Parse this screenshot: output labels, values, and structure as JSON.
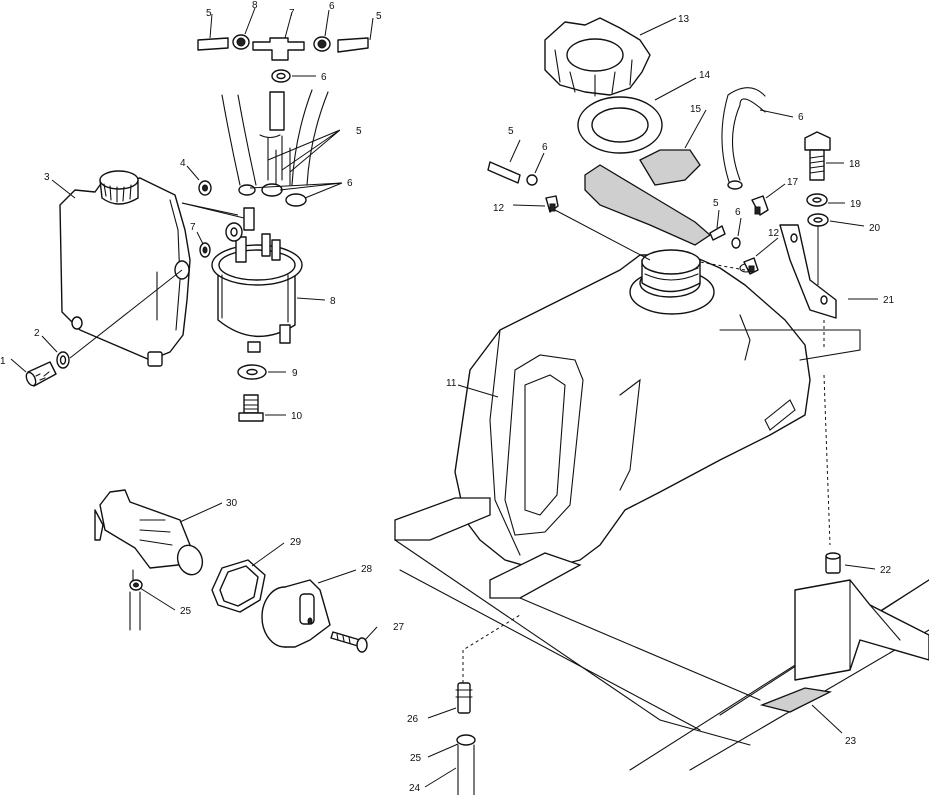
{
  "diagram": {
    "callouts": [
      {
        "id": "c1",
        "text": "1"
      },
      {
        "id": "c2",
        "text": "2"
      },
      {
        "id": "c3",
        "text": "3"
      },
      {
        "id": "c4",
        "text": "4"
      },
      {
        "id": "c7a",
        "text": "7"
      },
      {
        "id": "c8a",
        "text": "8"
      },
      {
        "id": "c5a",
        "text": "5"
      },
      {
        "id": "c7b",
        "text": "7"
      },
      {
        "id": "c6a",
        "text": "6"
      },
      {
        "id": "c5b",
        "text": "5"
      },
      {
        "id": "c6b",
        "text": "6"
      },
      {
        "id": "c5c",
        "text": "5"
      },
      {
        "id": "c6c",
        "text": "6"
      },
      {
        "id": "c8b",
        "text": "8"
      },
      {
        "id": "c9",
        "text": "9"
      },
      {
        "id": "c10",
        "text": "10"
      },
      {
        "id": "c11",
        "text": "11"
      },
      {
        "id": "c12a",
        "text": "12"
      },
      {
        "id": "c12b",
        "text": "12"
      },
      {
        "id": "c13",
        "text": "13"
      },
      {
        "id": "c14",
        "text": "14"
      },
      {
        "id": "c15",
        "text": "15"
      },
      {
        "id": "c5d",
        "text": "5"
      },
      {
        "id": "c6d",
        "text": "6"
      },
      {
        "id": "c6e",
        "text": "6"
      },
      {
        "id": "c5e",
        "text": "5"
      },
      {
        "id": "c6f",
        "text": "6"
      },
      {
        "id": "c17",
        "text": "17"
      },
      {
        "id": "c18",
        "text": "18"
      },
      {
        "id": "c19",
        "text": "19"
      },
      {
        "id": "c20",
        "text": "20"
      },
      {
        "id": "c21",
        "text": "21"
      },
      {
        "id": "c22",
        "text": "22"
      },
      {
        "id": "c23",
        "text": "23"
      },
      {
        "id": "c24",
        "text": "24"
      },
      {
        "id": "c25a",
        "text": "25"
      },
      {
        "id": "c25b",
        "text": "25"
      },
      {
        "id": "c26",
        "text": "26"
      },
      {
        "id": "c27",
        "text": "27"
      },
      {
        "id": "c28",
        "text": "28"
      },
      {
        "id": "c29",
        "text": "29"
      },
      {
        "id": "c30",
        "text": "30"
      }
    ]
  }
}
